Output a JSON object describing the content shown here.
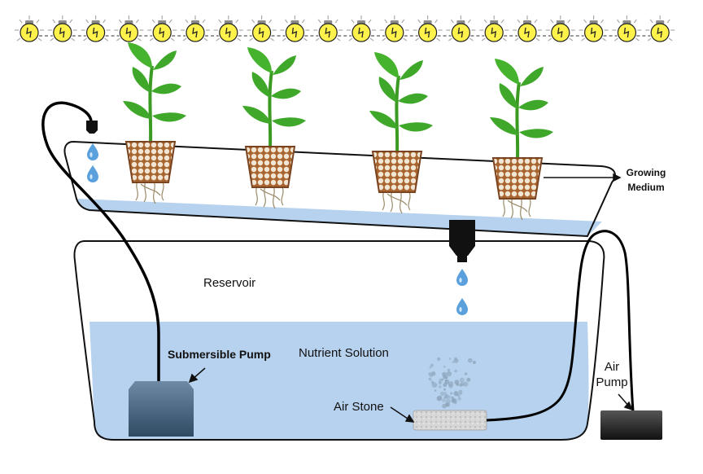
{
  "diagram": {
    "labels": {
      "growing_medium_line1": "Growing",
      "growing_medium_line2": "Medium",
      "reservoir": "Reservoir",
      "submersible_pump": "Submersible Pump",
      "nutrient_solution": "Nutrient Solution",
      "air_stone": "Air Stone",
      "air_pump_line1": "Air",
      "air_pump_line2": "Pump"
    },
    "lights": {
      "count": 20,
      "icon": "light-bulb-icon"
    },
    "plants": {
      "count": 4,
      "icon": "plant-seedling-icon"
    },
    "colors": {
      "water": "#b7d2ee",
      "water_dark": "#9cc0e6",
      "tube": "#000000",
      "pump": "#3f5a74",
      "air_pump": "#2a2a2a",
      "bulb": "#fff24a",
      "leaf": "#3fa82a",
      "pot": "#b06a35"
    }
  }
}
